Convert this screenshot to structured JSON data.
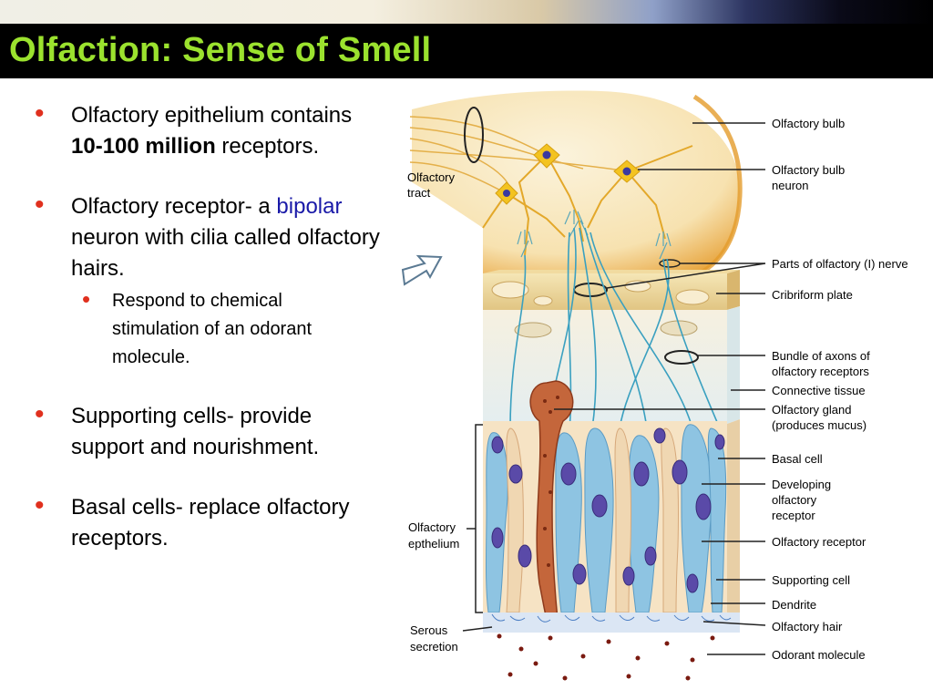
{
  "title": "Olfaction: Sense of Smell",
  "bullets": {
    "b1_pre": "Olfactory epithelium contains ",
    "b1_bold": "10-100 million",
    "b1_post": " receptors.",
    "b2_pre": "Olfactory receptor- a ",
    "b2_blue": "bipolar",
    "b2_post": " neuron with cilia called olfactory hairs.",
    "b2_sub": "Respond to chemical stimulation of an odorant molecule.",
    "b3": "Supporting cells- provide support and nourishment.",
    "b4": "Basal cells- replace olfactory receptors."
  },
  "diagram": {
    "labels_left": {
      "tract_1": "Olfactory",
      "tract_2": "tract",
      "epith_1": "Olfactory",
      "epith_2": "epthelium",
      "serous_1": "Serous",
      "serous_2": "secretion"
    },
    "labels_right": {
      "bulb": "Olfactory bulb",
      "bulb_neuron_1": "Olfactory bulb",
      "bulb_neuron_2": "neuron",
      "nerve": "Parts of olfactory (I) nerve",
      "cribriform": "Cribriform plate",
      "bundle_1": "Bundle of axons of",
      "bundle_2": "olfactory receptors",
      "connective": "Connective tissue",
      "gland_1": "Olfactory gland",
      "gland_2": "(produces mucus)",
      "basal": "Basal cell",
      "developing_1": "Developing",
      "developing_2": "olfactory",
      "developing_3": "receptor",
      "receptor": "Olfactory receptor",
      "supporting": "Supporting cell",
      "dendrite": "Dendrite",
      "hair": "Olfactory hair",
      "odorant": "Odorant molecule"
    }
  }
}
